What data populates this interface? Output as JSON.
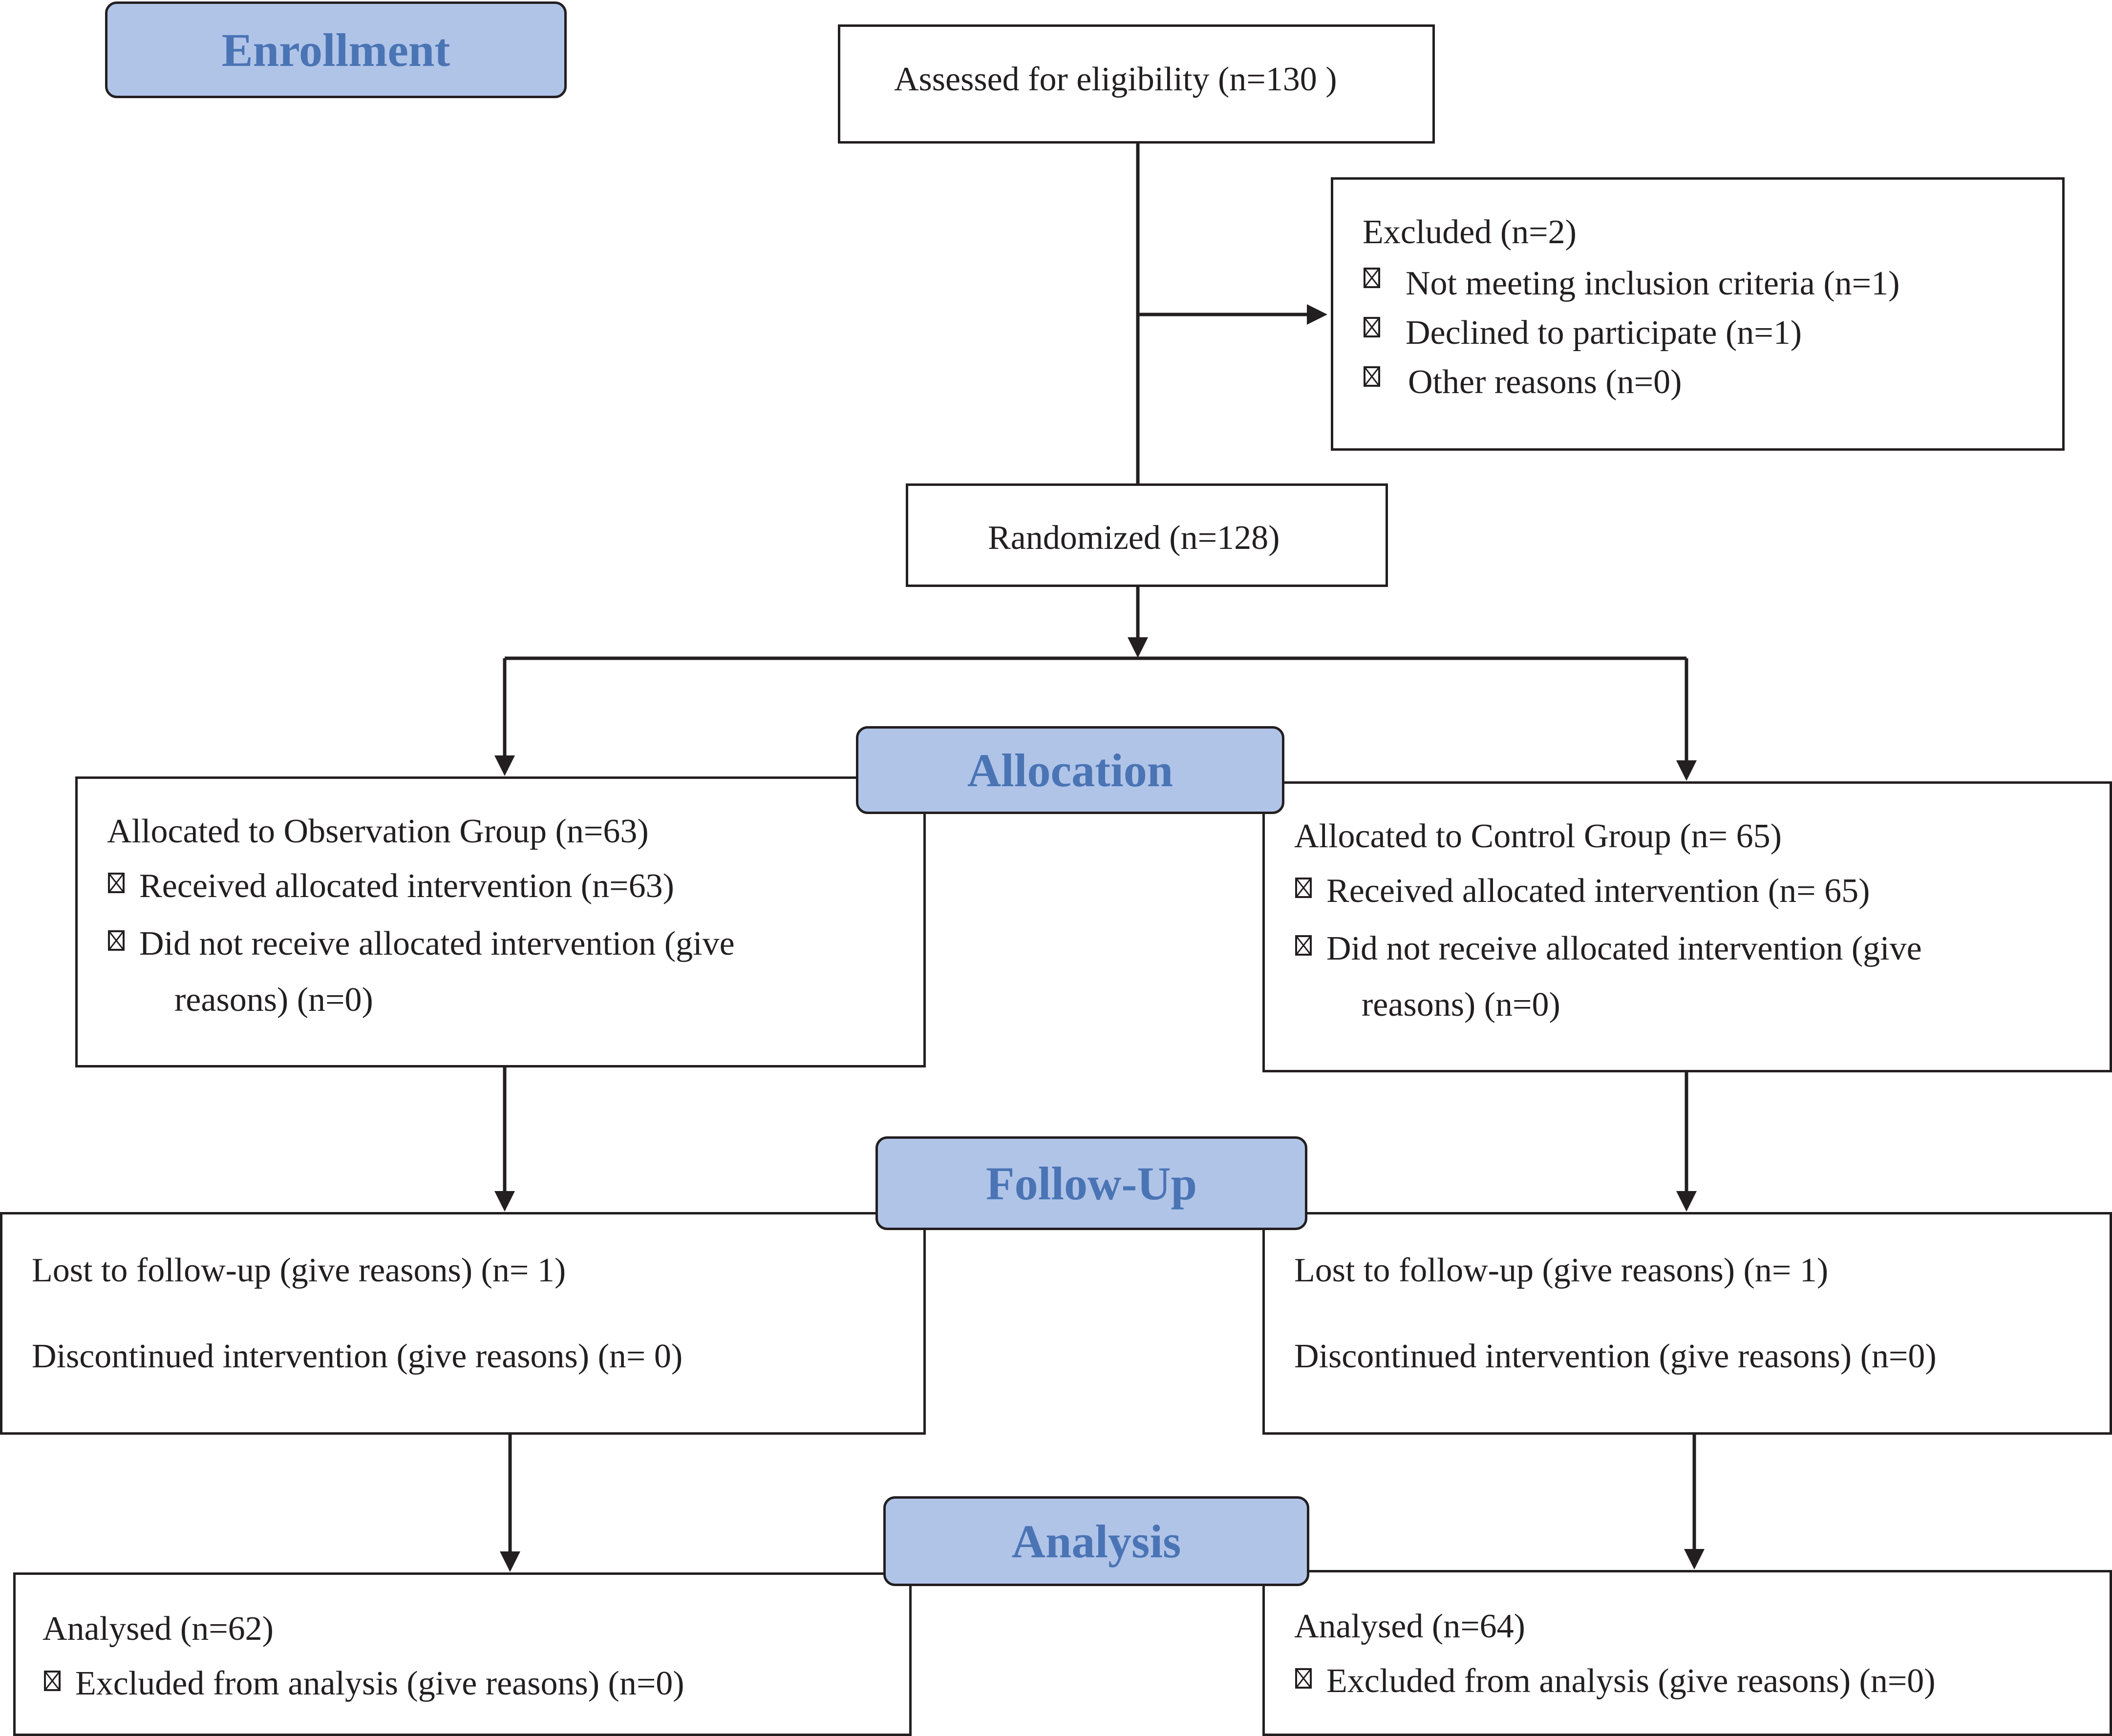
{
  "stages": {
    "enrollment": "Enrollment",
    "allocation": "Allocation",
    "follow_up": "Follow-Up",
    "analysis": "Analysis"
  },
  "assessed": "Assessed for eligibility (n=130 )",
  "excluded": {
    "title": "Excluded (n=2)",
    "items": [
      "Not meeting inclusion criteria (n=1)",
      "Declined to participate (n=1)",
      "Other reasons (n=0)"
    ]
  },
  "randomized": "Randomized (n=128)",
  "observation_group": {
    "allocated": "Allocated to Observation Group (n=63)",
    "received": "Received allocated intervention (n=63)",
    "not_received_1": "Did not receive allocated intervention (give",
    "not_received_2": "reasons) (n=0)",
    "lost": "Lost to follow-up (give reasons) (n= 1)",
    "discontinued": "Discontinued intervention (give reasons) (n= 0)",
    "analysed": "Analysed  (n=62)",
    "excluded_analysis": "Excluded from analysis (give reasons) (n=0)"
  },
  "control_group": {
    "allocated": "Allocated to Control Group (n= 65)",
    "received": "Received allocated intervention (n= 65)",
    "not_received_1": "Did not receive allocated intervention (give",
    "not_received_2": "reasons) (n=0)",
    "lost": "Lost to follow-up (give reasons) (n= 1)",
    "discontinued": "Discontinued intervention (give reasons) (n=0)",
    "analysed": "Analysed  (n=64)",
    "excluded_analysis": "Excluded from analysis (give reasons) (n=0)"
  },
  "colors": {
    "stage_fill": "#b0c4e8",
    "stage_text": "#4a74b4",
    "line": "#231f20"
  }
}
